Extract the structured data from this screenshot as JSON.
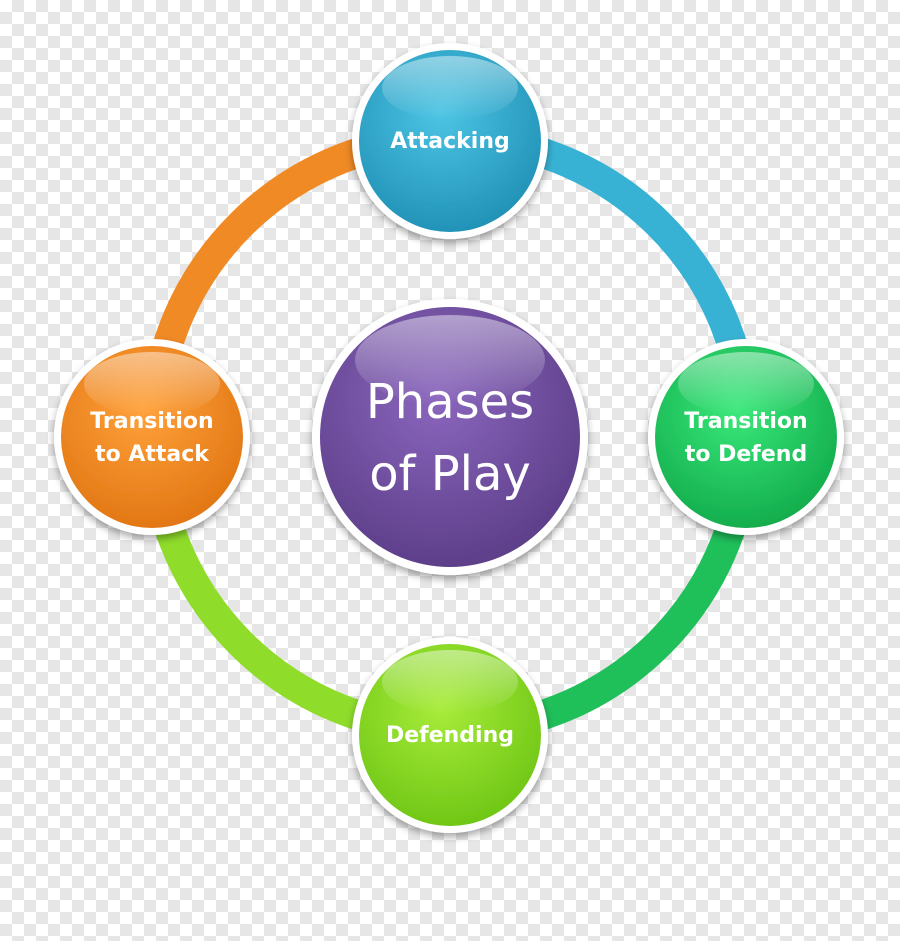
{
  "diagram": {
    "center": {
      "lines": [
        "Phases",
        "of Play"
      ],
      "color": "#6a4a9a"
    },
    "nodes": [
      {
        "id": "attacking",
        "lines": [
          "Attacking"
        ],
        "color": "#2aa6c9"
      },
      {
        "id": "transition-to-defend",
        "lines": [
          "Transition",
          "to Defend"
        ],
        "color": "#1fcc5e"
      },
      {
        "id": "defending",
        "lines": [
          "Defending"
        ],
        "color": "#86d81e"
      },
      {
        "id": "transition-to-attack",
        "lines": [
          "Transition",
          "to Attack"
        ],
        "color": "#f28a1e"
      }
    ],
    "ring_colors": {
      "attacking_to_defend": "#38b2d4",
      "defend_to_defending": "#1fbf5a",
      "defending_to_attack": "#8fdc2a",
      "attack_to_attacking": "#f08a24"
    }
  }
}
